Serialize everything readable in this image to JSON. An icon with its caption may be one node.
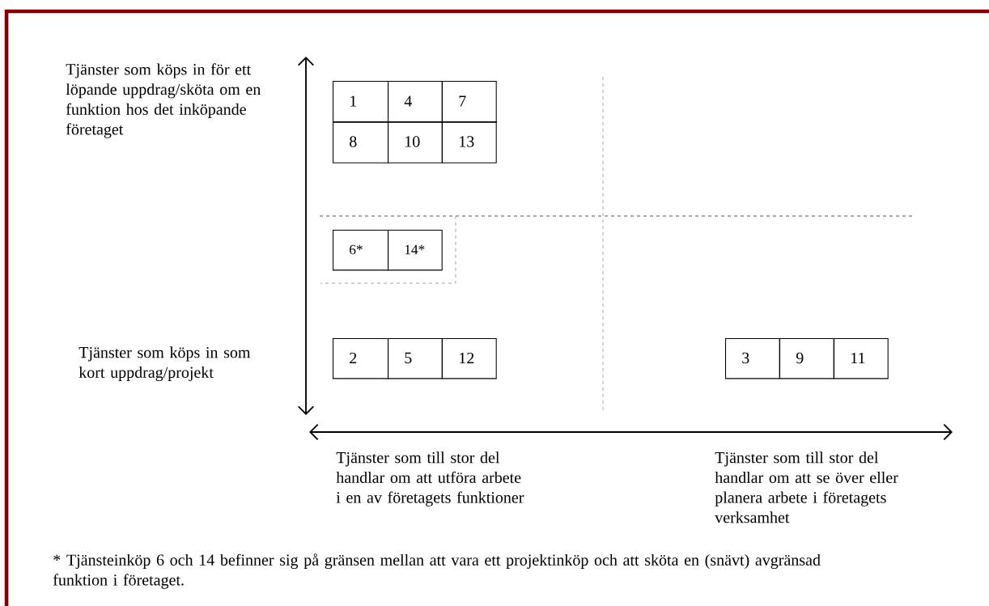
{
  "diagram": {
    "nodes": [
      {
        "text": [
          "1"
        ]
      },
      {
        "text": [
          "4"
        ]
      },
      {
        "text": [
          "7"
        ]
      },
      {
        "text": [
          "8"
        ]
      },
      {
        "text": [
          "10"
        ]
      },
      {
        "text": [
          "13"
        ]
      },
      {
        "text": [
          "6*"
        ]
      },
      {
        "text": [
          "14*"
        ]
      },
      {
        "text": [
          "2"
        ]
      },
      {
        "text": [
          "5"
        ]
      },
      {
        "text": [
          "12"
        ]
      },
      {
        "text": [
          "3"
        ]
      },
      {
        "text": [
          "9"
        ]
      },
      {
        "text": [
          "11"
        ]
      }
    ],
    "labels": [
      "Tjänster som köps in för ett löpande uppdrag/sköta om en funktion hos det inköpande företaget",
      "Tjänster som köps in som kort uppdrag/projekt",
      "Tjänster som till stor del handlar om att utföra arbete i en av företagets funktioner",
      "Tjänster som till stor del handlar om att se över eller planera arbete i företagets verksamhet",
      "* Tjänsteinköp 6 och 14 befinner sig på gränsen mellan att vara ett projektinköp och att sköta en (snävt) avgränsad funktion i företaget."
    ]
  }
}
